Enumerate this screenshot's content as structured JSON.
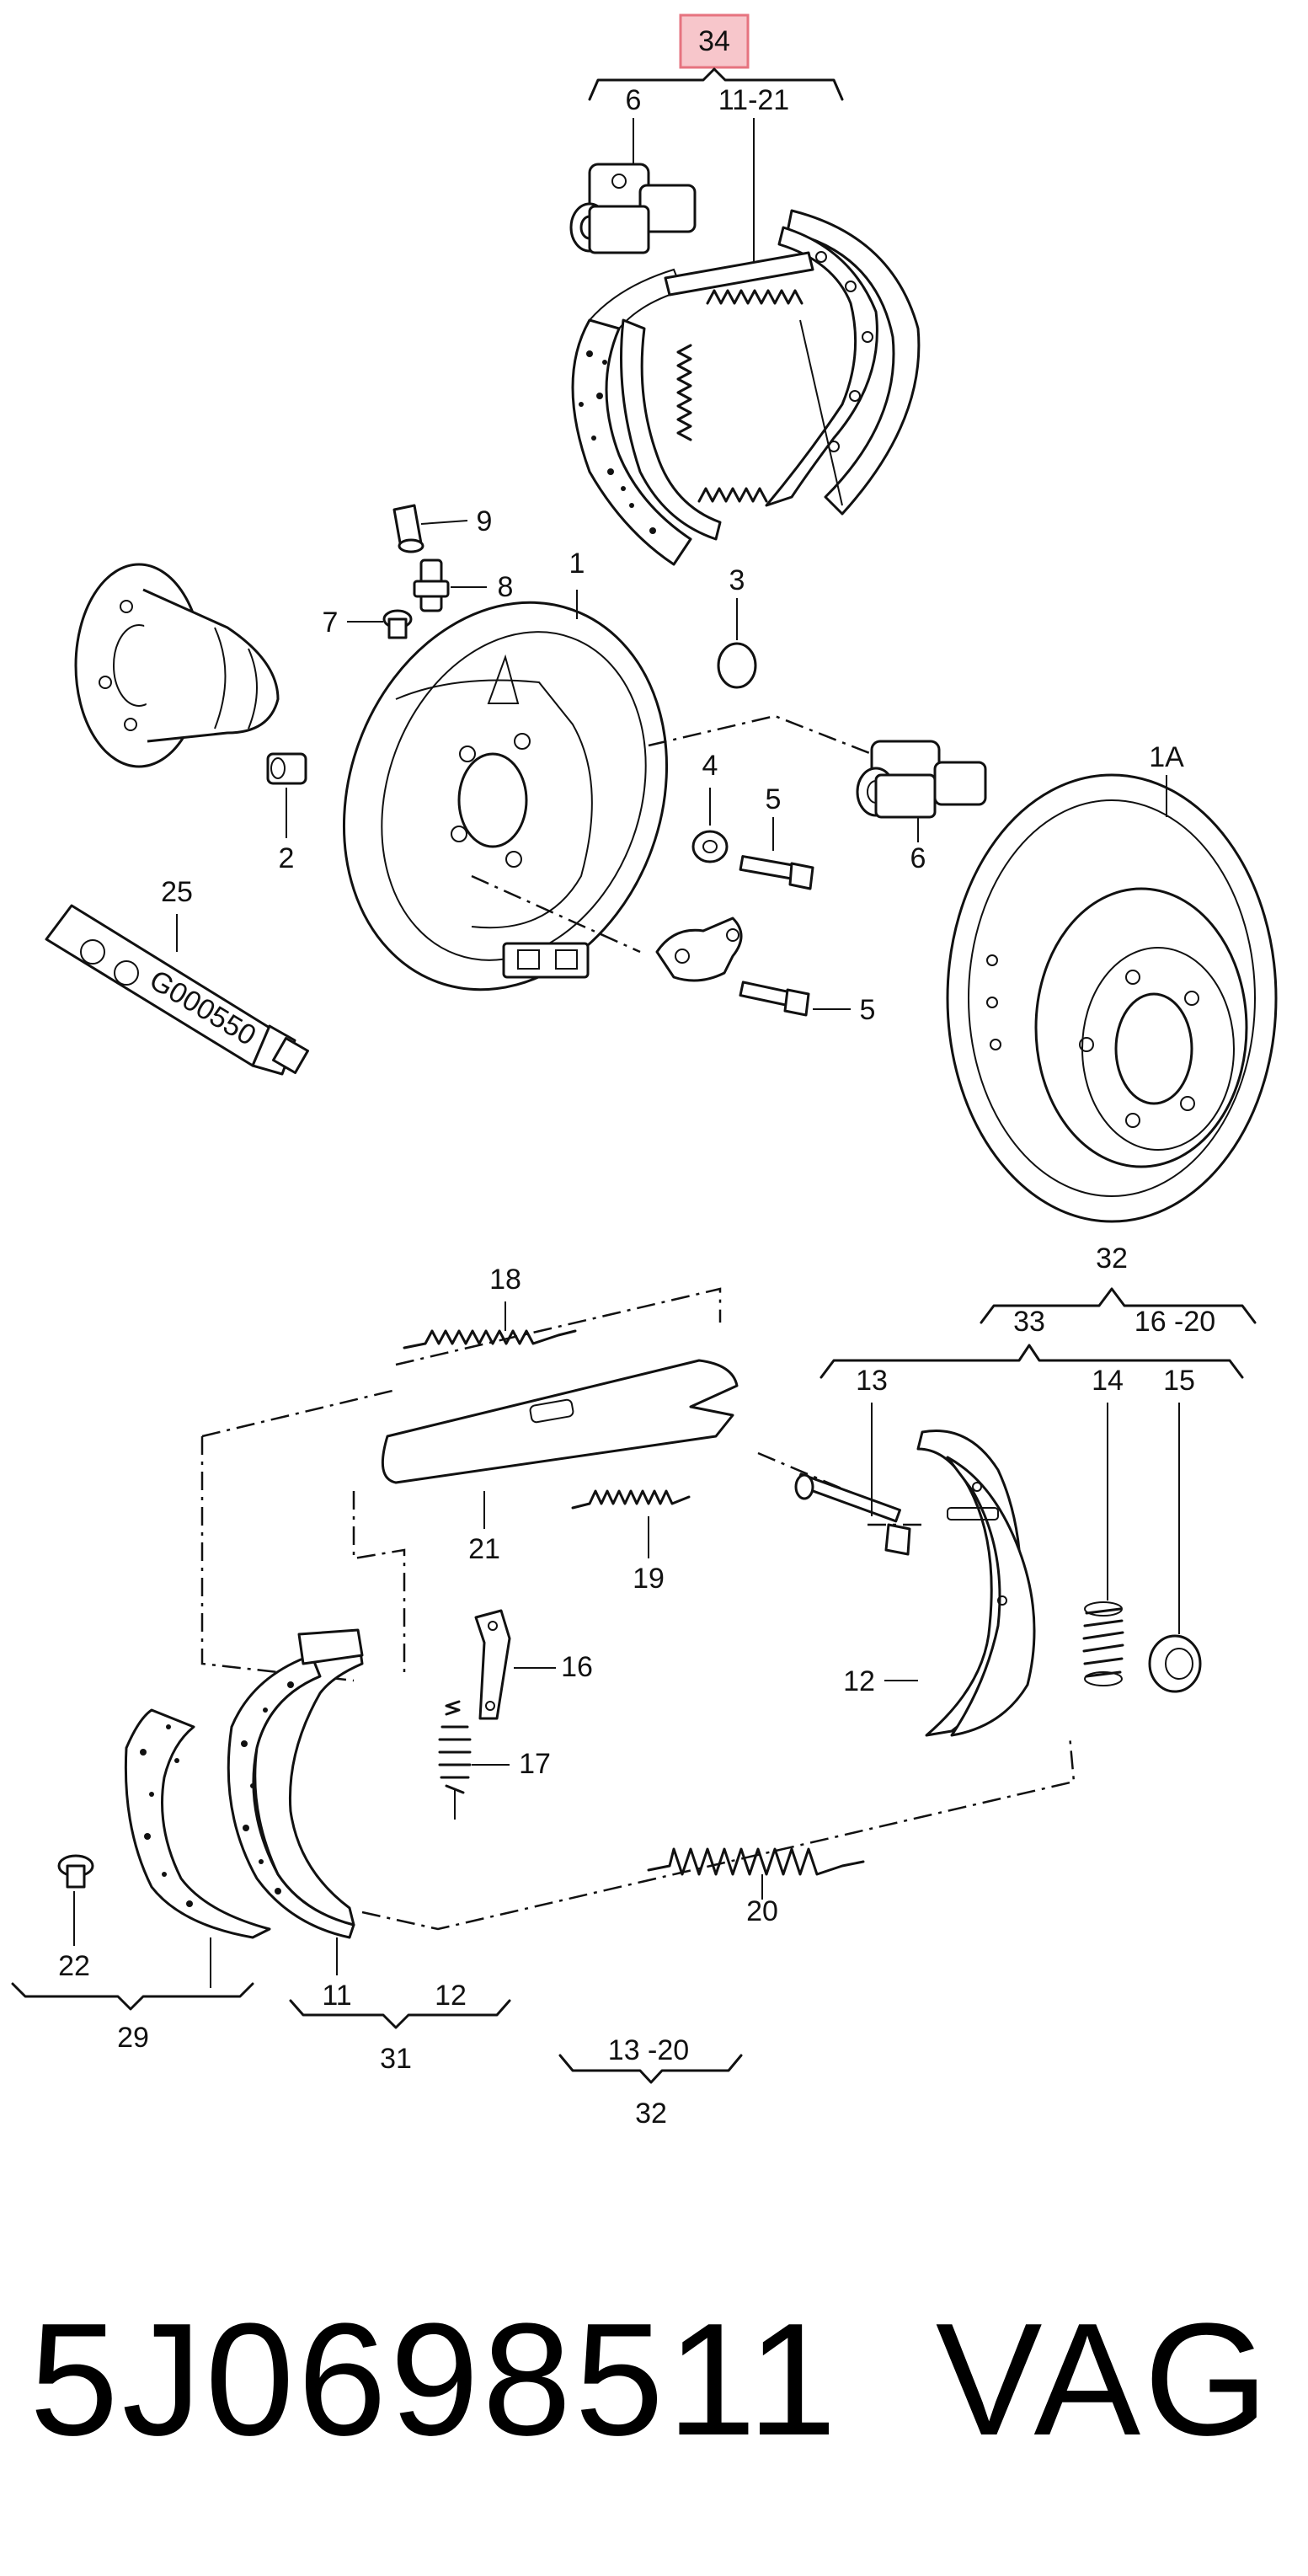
{
  "highlight_color": "#e6737f",
  "callouts": {
    "c34": "34",
    "c6_top": "6",
    "c11_21": "11-21",
    "c9": "9",
    "c8": "8",
    "c7": "7",
    "c3": "3",
    "c1": "1",
    "c2": "2",
    "c4": "4",
    "c5a": "5",
    "c6": "6",
    "c5b": "5",
    "c1A": "1A",
    "c25": "25",
    "c18": "18",
    "c32_top": "32",
    "c33": "33",
    "c16_20": "16 -20",
    "c13": "13",
    "c14": "14",
    "c15": "15",
    "c21": "21",
    "c19": "19",
    "c16": "16",
    "c17": "17",
    "c12_right": "12",
    "c20": "20",
    "c22": "22",
    "c29": "29",
    "c11": "11",
    "c12_bottom": "12",
    "c31": "31",
    "c13_20": "13 -20",
    "c32_bottom": "32"
  },
  "tube_text": "G000550",
  "part_number": "5J0698511",
  "brand": "VAG"
}
